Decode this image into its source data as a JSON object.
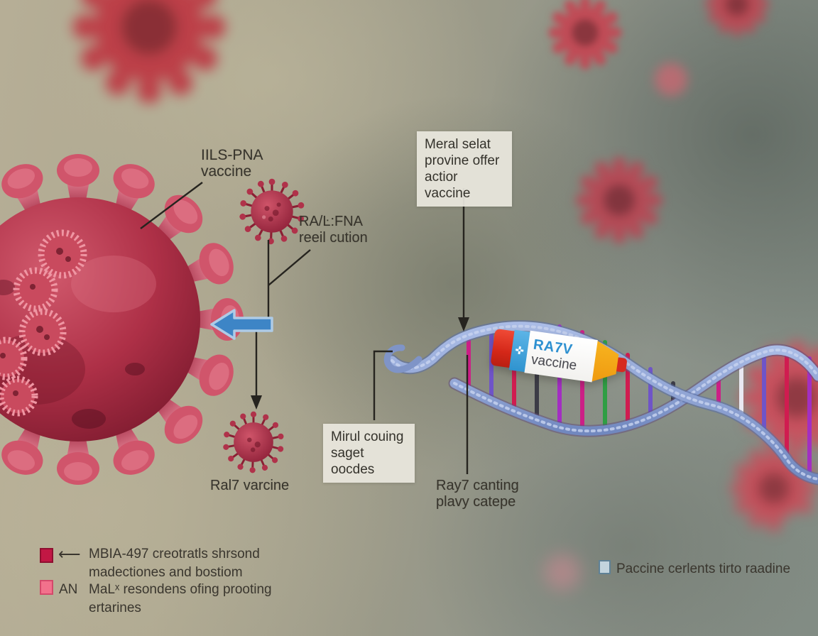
{
  "labels": {
    "ils_line1": "IILS-PNA",
    "ils_line2": "vaccine",
    "rafna_line1": "RA/Ŀ:FNA",
    "rafna_line2": "reeil cution",
    "meral_line1": "Meral selat",
    "meral_line2": "provine offer",
    "meral_line3": "actior vaccine",
    "mirul_line1": "Mirul couing",
    "mirul_line2": "saget oocdes",
    "ral7": "Ral7 varcine",
    "ray7_line1": "Ray7 canting",
    "ray7_line2": "plavy catepe"
  },
  "vial": {
    "brand": "RA7V",
    "name": "vaccine",
    "cross_icon": "✜"
  },
  "legend": {
    "item1_arrow": "⟵",
    "item1_line1": "MBIA-497 creotratls shrsond",
    "item1_line2": "madectiones and bostiom",
    "item2_prefix": "AN",
    "item2_line1": "MaLˣ resondens ofing prooting",
    "item2_line2": "ertarines",
    "item3_label": "Paccine cerlents tirto raadine"
  },
  "colors": {
    "legend_crimson": "#c21744",
    "legend_pink": "#f2718c",
    "legend_blue": "#c3d4dd",
    "arrow_blue": "#3d85c6",
    "vial_brand_blue": "#2b8fd0",
    "virus_red": "#a82940",
    "dna_blue": "#8fa5d8"
  }
}
